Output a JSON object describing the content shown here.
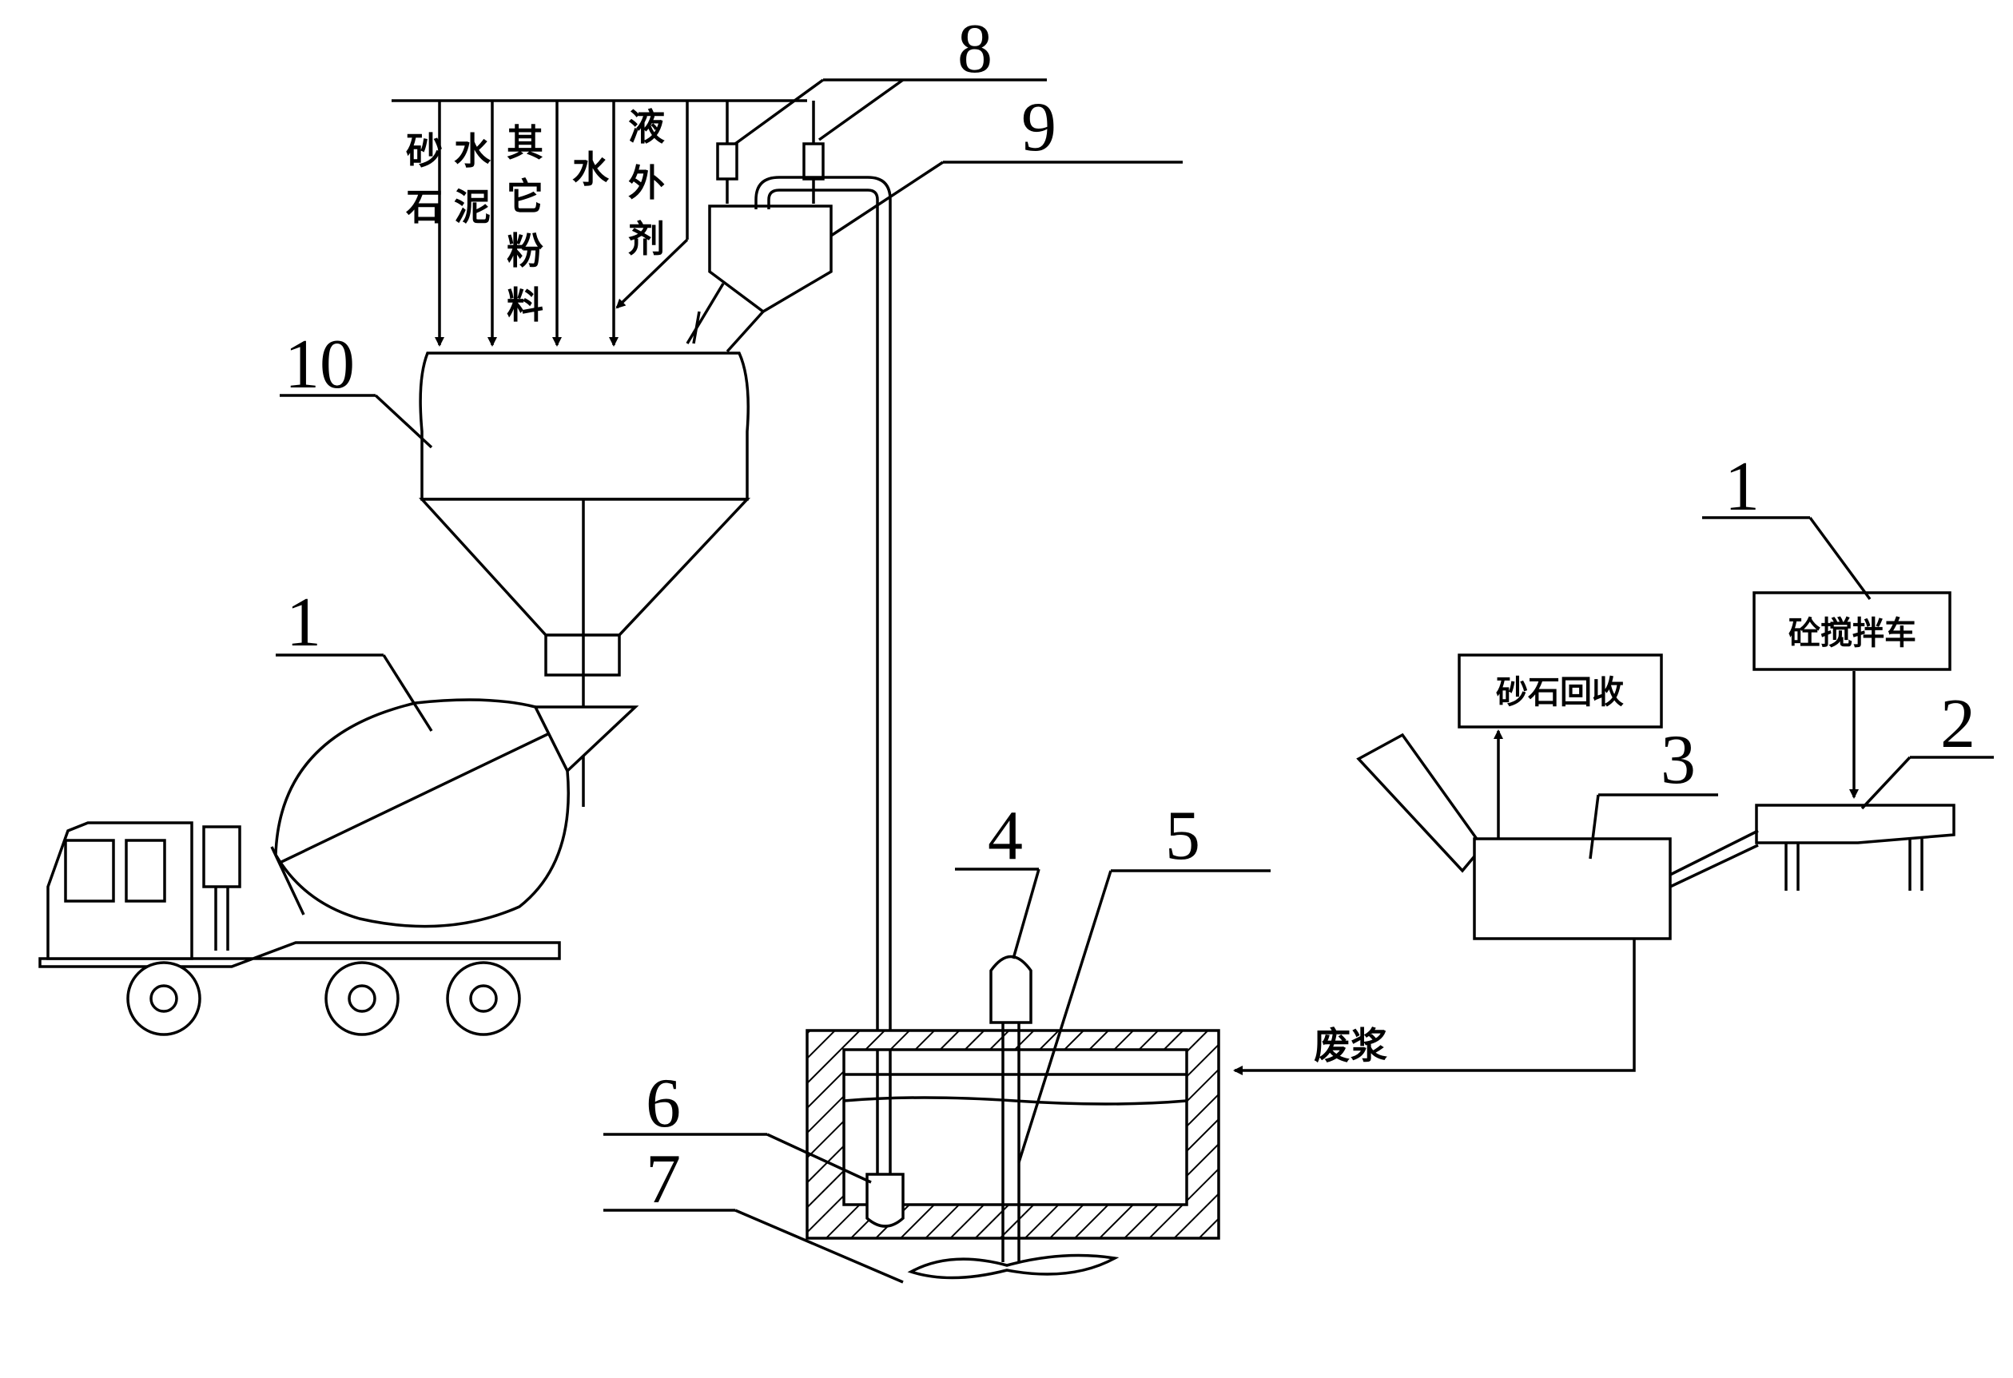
{
  "materials": {
    "sand": [
      "砂",
      "石"
    ],
    "cement": [
      "水",
      "泥"
    ],
    "other_powder": [
      "其",
      "它",
      "粉",
      "料"
    ],
    "water": [
      "水"
    ],
    "admixture": [
      "液",
      "外",
      "剂"
    ]
  },
  "boxes": {
    "sand_recovery": "砂石回收",
    "mixer_truck": "砼搅拌车"
  },
  "flow_labels": {
    "waste_slurry": "废浆"
  },
  "callouts": {
    "n1_right": "1",
    "n1_left": "1",
    "n2": "2",
    "n3": "3",
    "n4": "4",
    "n5": "5",
    "n6": "6",
    "n7": "7",
    "n8": "8",
    "n9": "9",
    "n10": "10"
  }
}
